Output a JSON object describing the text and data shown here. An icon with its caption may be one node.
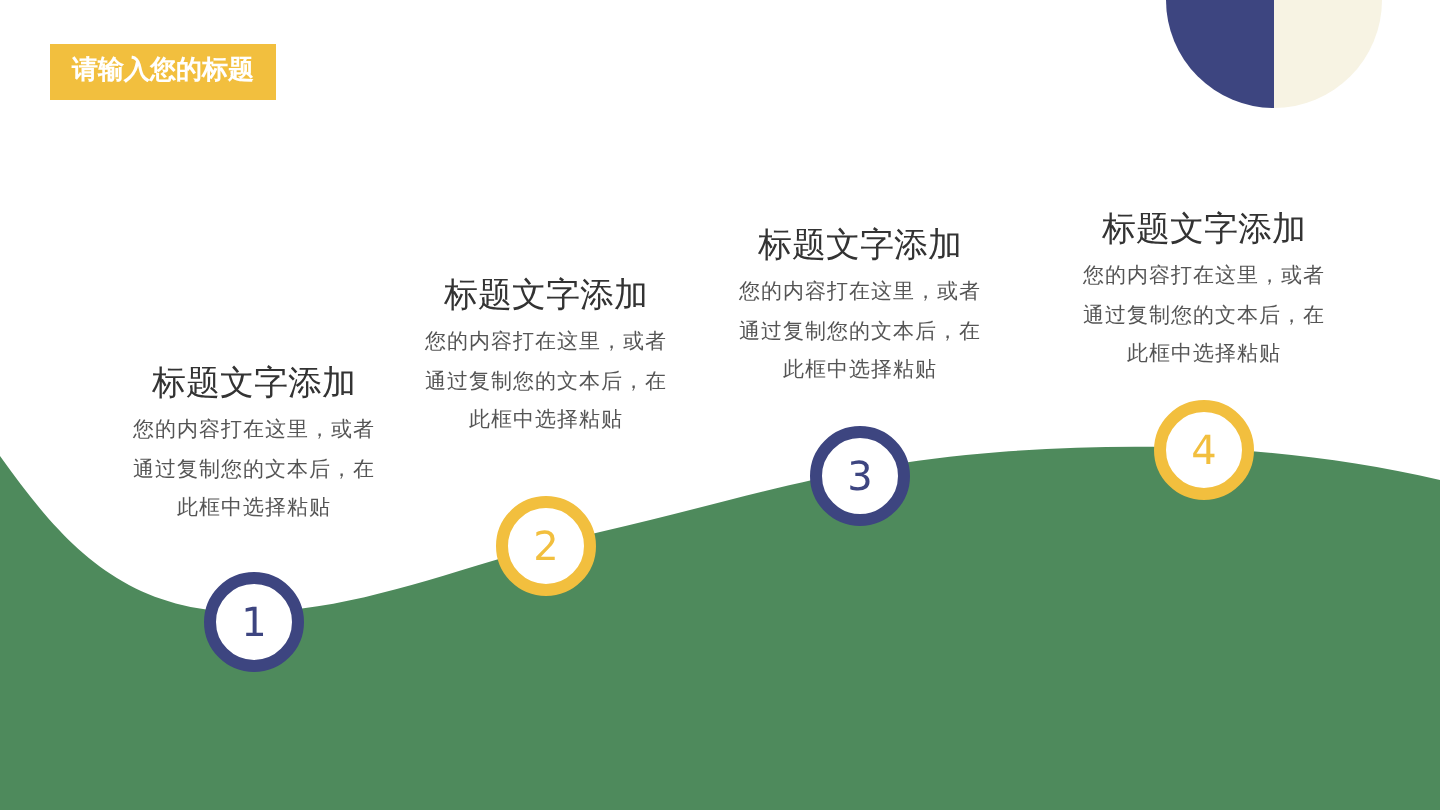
{
  "diagram": {
    "title": "请输入您的标题",
    "nodes": [
      {
        "text": [
          "1"
        ],
        "beside": [
          "标题文字添加",
          "您的内容打在这里，或者通过复制您的文本后，在此框中选择粘贴"
        ]
      },
      {
        "text": [
          "2"
        ],
        "beside": [
          "标题文字添加",
          "您的内容打在这里，或者通过复制您的文本后，在此框中选择粘贴"
        ]
      },
      {
        "text": [
          "3"
        ],
        "beside": [
          "标题文字添加",
          "您的内容打在这里，或者通过复制您的文本后，在此框中选择粘贴"
        ]
      },
      {
        "text": [
          "4"
        ],
        "beside": [
          "标题文字添加",
          "您的内容打在这里，或者通过复制您的文本后，在此框中选择粘贴"
        ]
      }
    ]
  }
}
